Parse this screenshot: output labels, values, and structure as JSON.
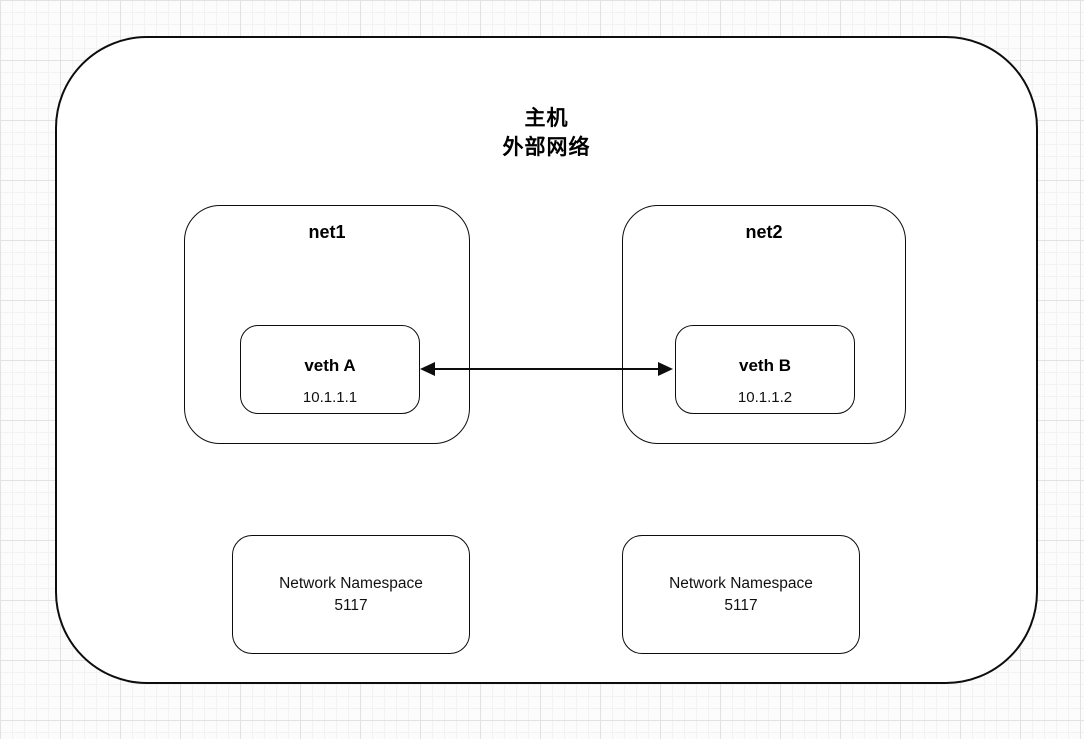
{
  "diagram": {
    "host": {
      "title_line1": "主机",
      "title_line2": "外部网络"
    },
    "namespaces": [
      {
        "name": "net1",
        "veth": {
          "label": "veth A",
          "ip": "10.1.1.1"
        }
      },
      {
        "name": "net2",
        "veth": {
          "label": "veth B",
          "ip": "10.1.1.2"
        }
      }
    ],
    "connection": {
      "type": "double-arrow",
      "from": "veth A",
      "to": "veth B"
    },
    "ns_boxes": [
      {
        "line1": "Network Namespace",
        "line2": "5117"
      },
      {
        "line1": "Network Namespace",
        "line2": "5117"
      }
    ],
    "colors": {
      "line": "#0d0d0d",
      "box_fill": "#ffffff",
      "grid_minor": "#f2f2f2",
      "grid_major": "#e2e2e2"
    }
  }
}
